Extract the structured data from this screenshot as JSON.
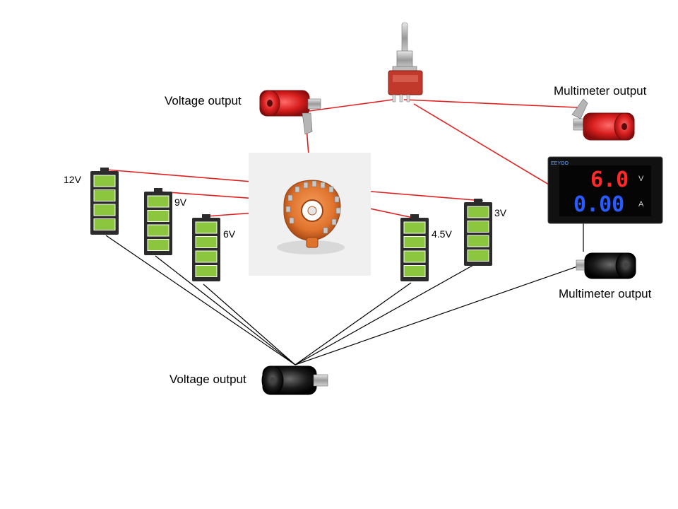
{
  "labels": {
    "voltage_output_top": "Voltage output",
    "multimeter_output_top": "Multimeter output",
    "multimeter_output_bottom": "Multimeter output",
    "voltage_output_bottom": "Voltage output"
  },
  "batteries": [
    {
      "id": "b12",
      "label": "12V"
    },
    {
      "id": "b9",
      "label": "9V"
    },
    {
      "id": "b6",
      "label": "6V"
    },
    {
      "id": "b45",
      "label": "4.5V"
    },
    {
      "id": "b3",
      "label": "3V"
    }
  ],
  "meter": {
    "brand": "EEYOO",
    "voltage_reading": "6.0",
    "current_reading": "0.00",
    "voltage_unit": "V",
    "current_unit": "A"
  },
  "colors": {
    "positive_wire": "#e02020",
    "negative_wire": "#000000",
    "battery_fill": "#8cc63f",
    "battery_body": "#2b2b2b",
    "terminal_red": "#d81e1e",
    "switch_body": "#c0392b",
    "rotary_switch": "#e0732c",
    "voltage_display": "#ff2a2a",
    "current_display": "#2a5bff"
  }
}
